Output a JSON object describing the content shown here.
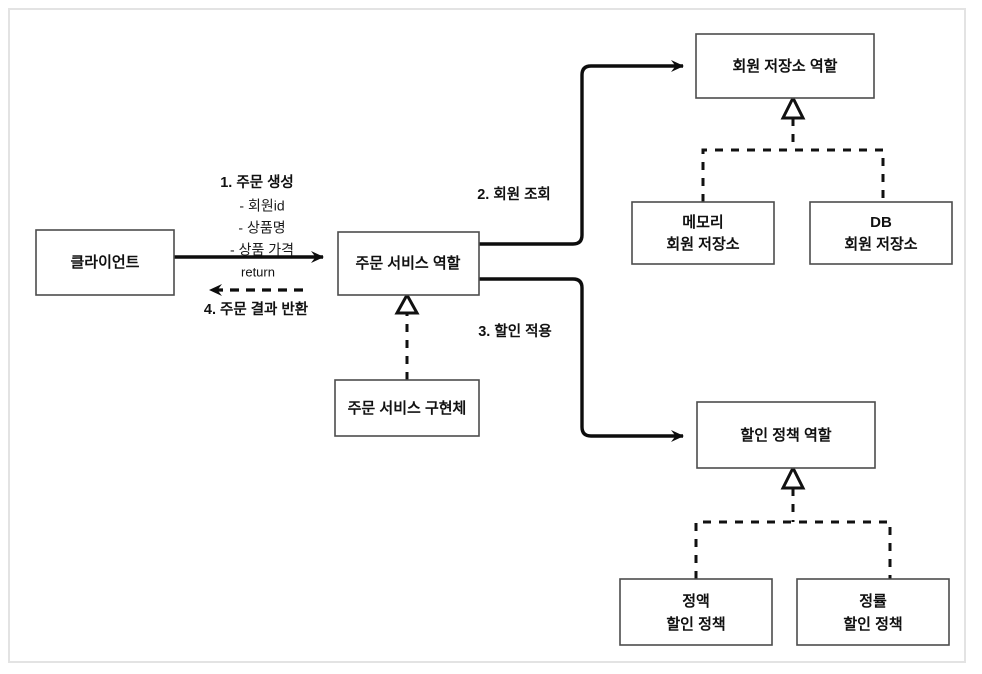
{
  "diagram": {
    "type": "uml-role-collaboration-diagram",
    "frame": {
      "border_color": "#e3e3e3",
      "background": "#ffffff"
    },
    "palette": {
      "node_border": "#4d4d4d",
      "line": "#0d0d0d",
      "text": "#111111",
      "node_fill": "#ffffff"
    },
    "nodes": {
      "client": {
        "label": "클라이언트"
      },
      "order_service_role": {
        "label": "주문 서비스 역할"
      },
      "order_service_impl": {
        "label": "주문 서비스 구현체"
      },
      "member_repository_role": {
        "label": "회원 저장소 역할"
      },
      "memory_member_repository": {
        "line1": "메모리",
        "line2": "회원 저장소"
      },
      "db_member_repository": {
        "line1": "DB",
        "line2": "회원 저장소"
      },
      "discount_policy_role": {
        "label": "할인 정책 역할"
      },
      "fixed_discount_policy": {
        "line1": "정액",
        "line2": "할인 정책"
      },
      "rate_discount_policy": {
        "line1": "정률",
        "line2": "할인 정책"
      }
    },
    "edges": {
      "create_order": {
        "label": "1. 주문 생성",
        "params": [
          "- 회원id",
          "- 상품명",
          "- 상품 가격"
        ]
      },
      "find_member": {
        "label": "2. 회원 조회"
      },
      "apply_discount": {
        "label": "3. 할인 적용"
      },
      "return_result": {
        "note": "return",
        "label": "4. 주문 결과 반환"
      }
    }
  }
}
